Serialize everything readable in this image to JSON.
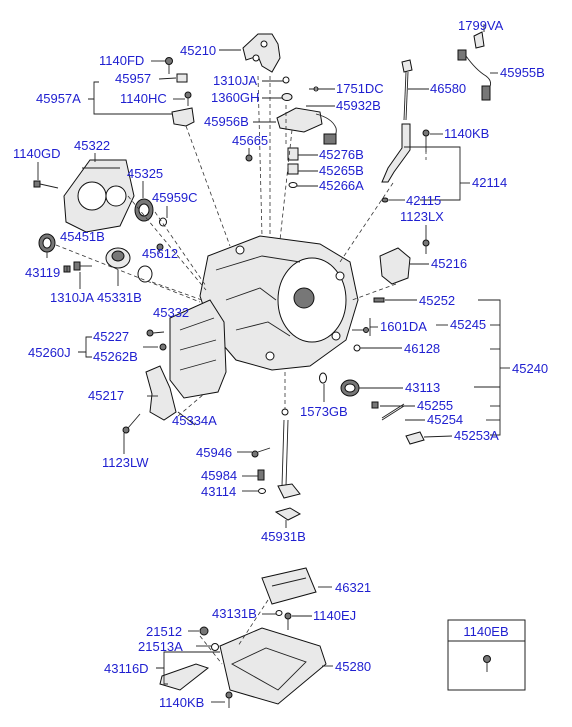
{
  "labels": {
    "l1799VA": "1799VA",
    "l45210": "45210",
    "l1140FD": "1140FD",
    "l45957": "45957",
    "l45957A": "45957A",
    "l1140HC": "1140HC",
    "l1310JA_top": "1310JA",
    "l1360GH": "1360GH",
    "l1751DC": "1751DC",
    "l45932B": "45932B",
    "l46580": "46580",
    "l45955B": "45955B",
    "l45956B": "45956B",
    "l1140KB_top": "1140KB",
    "l45665": "45665",
    "l1140GD": "1140GD",
    "l45322": "45322",
    "l45276B": "45276B",
    "l45265B": "45265B",
    "l45266A": "45266A",
    "l42114": "42114",
    "l45325": "45325",
    "l45959C": "45959C",
    "l42115": "42115",
    "l1123LX": "1123LX",
    "l45451B": "45451B",
    "l45612": "45612",
    "l45216": "45216",
    "l43119": "43119",
    "l1310JA_mid": "1310JA",
    "l45331B": "45331B",
    "l45252": "45252",
    "l45332": "45332",
    "l1601DA": "1601DA",
    "l45245": "45245",
    "l45227": "45227",
    "l45262B": "45262B",
    "l45260J": "45260J",
    "l46128": "46128",
    "l45240": "45240",
    "l43113": "43113",
    "l45217": "45217",
    "l1573GB": "1573GB",
    "l45255": "45255",
    "l45334A": "45334A",
    "l45254": "45254",
    "l45253A": "45253A",
    "l1123LW": "1123LW",
    "l45946": "45946",
    "l45984": "45984",
    "l43114": "43114",
    "l45931B": "45931B",
    "l46321": "46321",
    "l43131B": "43131B",
    "l1140EJ": "1140EJ",
    "l21512": "21512",
    "l21513A": "21513A",
    "l43116D": "43116D",
    "l45280": "45280",
    "l1140KB_bot": "1140KB"
  },
  "inset_box": {
    "title": "1140EB"
  }
}
